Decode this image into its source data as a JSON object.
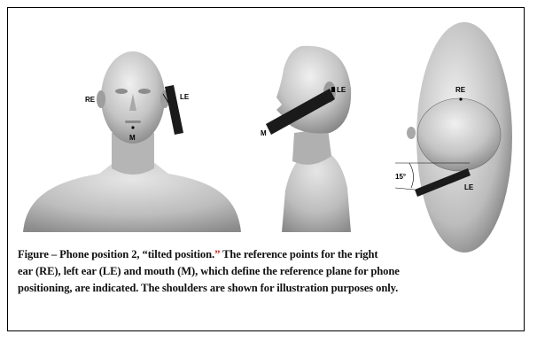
{
  "figure": {
    "labels": {
      "front_re": "RE",
      "front_le": "LE",
      "front_m": "M",
      "side_le": "LE",
      "side_m": "M",
      "top_re": "RE",
      "top_tilt": "15°",
      "top_le": "LE"
    },
    "caption": {
      "lead": "Figure  –  Phone position 2, “tilted position.",
      "quote_mark": "”",
      "line1_rest": "  The reference points for the right",
      "line2": "ear (RE), left ear (LE) and mouth (M), which define the reference plane for phone",
      "line3": "positioning, are indicated. The shoulders are shown for illustration purposes only."
    }
  },
  "colors": {
    "border": "#000000",
    "skin": "#b8b8b8",
    "phone": "#1a1a1a",
    "quote": "#d9261c"
  }
}
